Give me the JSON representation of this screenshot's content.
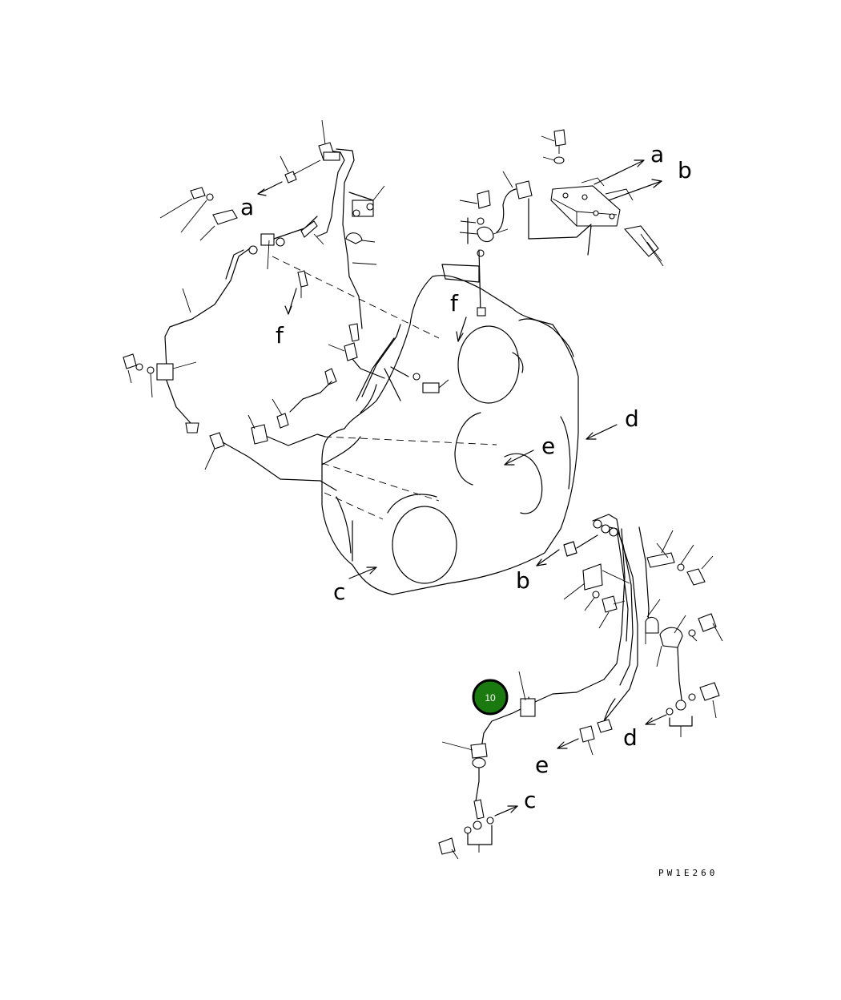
{
  "diagram": {
    "drawing_code": "PW1E260",
    "callout_letters": {
      "a_top_right": "a",
      "b_top_right": "b",
      "a_left": "a",
      "f_left": "f",
      "f_center": "f",
      "d_right": "d",
      "e_center": "e",
      "c_left": "c",
      "b_lower": "b",
      "d_lower": "d",
      "e_lower": "e",
      "c_lower": "c"
    },
    "badge": {
      "label": "10",
      "color": "#1a7a10"
    }
  }
}
